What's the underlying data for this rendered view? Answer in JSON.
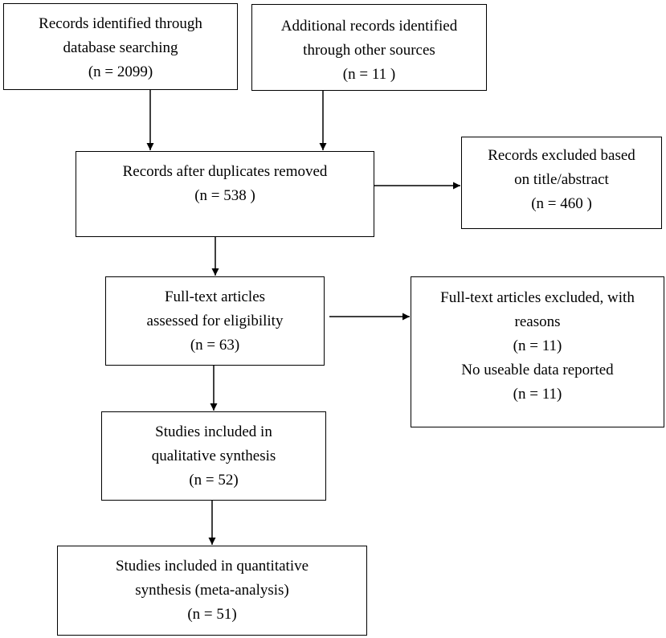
{
  "flowchart": {
    "boxes": [
      {
        "id": "identified",
        "lines": [
          "Records identified through",
          "database searching",
          "(n = 2099)"
        ]
      },
      {
        "id": "additional",
        "lines": [
          "Additional records identified",
          "through other sources",
          "(n = 11 )"
        ]
      },
      {
        "id": "after_duplicates",
        "lines": [
          "Records after duplicates removed",
          "(n = 538 )"
        ]
      },
      {
        "id": "excluded_title",
        "lines": [
          "Records excluded based",
          "on title/abstract",
          "(n = 460 )"
        ]
      },
      {
        "id": "fulltext_assessed",
        "lines": [
          "Full-text articles",
          "assessed for eligibility",
          "(n = 63)"
        ]
      },
      {
        "id": "fulltext_excluded",
        "lines": [
          "Full-text articles excluded, with",
          "reasons",
          "(n = 11)",
          "No useable data reported",
          "(n = 11)"
        ]
      },
      {
        "id": "qualitative",
        "lines": [
          "Studies included in",
          "qualitative synthesis",
          "(n = 52)"
        ]
      },
      {
        "id": "quantitative",
        "lines": [
          "Studies included in quantitative",
          "synthesis (meta-analysis)",
          "(n = 51)"
        ]
      }
    ],
    "edges": [
      {
        "from": "identified",
        "to": "after_duplicates"
      },
      {
        "from": "additional",
        "to": "after_duplicates"
      },
      {
        "from": "after_duplicates",
        "to": "excluded_title"
      },
      {
        "from": "after_duplicates",
        "to": "fulltext_assessed"
      },
      {
        "from": "fulltext_assessed",
        "to": "fulltext_excluded"
      },
      {
        "from": "fulltext_assessed",
        "to": "qualitative"
      },
      {
        "from": "qualitative",
        "to": "quantitative"
      }
    ]
  }
}
